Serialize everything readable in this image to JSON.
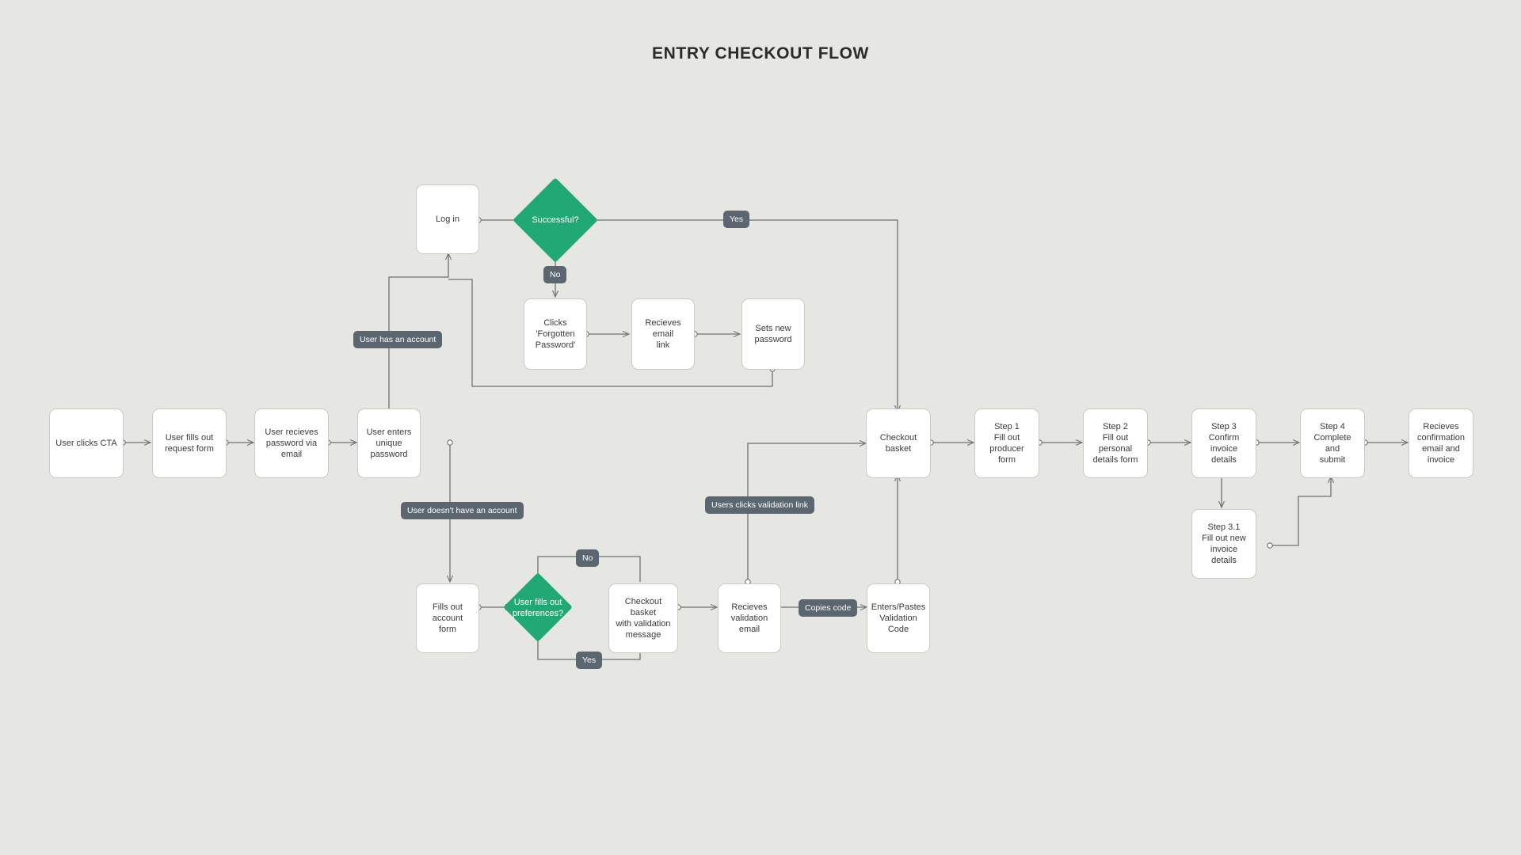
{
  "title": "ENTRY CHECKOUT FLOW",
  "colors": {
    "background": "#e6e7e2",
    "node_fill": "#ffffff",
    "node_border": "#c9cbc7",
    "decision_fill": "#22a874",
    "badge_fill": "#5c6670",
    "wire": "#6e7270",
    "text": "#3a3a3a",
    "title_text": "#2b2b2b"
  },
  "nodes": {
    "login": "Log in",
    "clicks_forgotten": "Clicks 'Forgotten Password'",
    "recieves_email_link": "Recieves email link",
    "sets_new_password": "Sets new password",
    "user_clicks_cta": "User clicks CTA",
    "user_fills_request": "User fills out request form",
    "user_recieves_password": "User recieves password via email",
    "user_enters_unique": "User enters unique password",
    "fills_account_form": "Fills out account form",
    "checkout_basket_validation": "Checkout basket with validation message",
    "recieves_validation_email": "Recieves validation email",
    "enters_pastes_code": "Enters/Pastes Validation Code",
    "checkout_basket": "Checkout basket",
    "step1": "Step 1 Fill out producer form",
    "step2": "Step 2 Fill out personal details form",
    "step3": "Step 3 Confirm invoice details",
    "step3_1": "Step 3.1 Fill out new invoice details",
    "step4": "Step 4 Complete and submit",
    "recieves_confirmation": "Recieves confirmation email and invoice"
  },
  "node_lines": {
    "login": [
      "Log in"
    ],
    "clicks_forgotten": [
      "Clicks 'Forgotten",
      "Password'"
    ],
    "recieves_email_link": [
      "Recieves email",
      "link"
    ],
    "sets_new_password": [
      "Sets new",
      "password"
    ],
    "user_clicks_cta": [
      "User clicks CTA"
    ],
    "user_fills_request": [
      "User fills out",
      "request form"
    ],
    "user_recieves_password": [
      "User recieves",
      "password via",
      "email"
    ],
    "user_enters_unique": [
      "User enters",
      "unique",
      "password"
    ],
    "fills_account_form": [
      "Fills out account",
      "form"
    ],
    "checkout_basket_validation": [
      "Checkout basket",
      "with validation",
      "message"
    ],
    "recieves_validation_email": [
      "Recieves",
      "validation email"
    ],
    "enters_pastes_code": [
      "Enters/Pastes",
      "Validation Code"
    ],
    "checkout_basket": [
      "Checkout basket"
    ],
    "step1": [
      "Step 1",
      "Fill out producer",
      "form"
    ],
    "step2": [
      "Step 2",
      "Fill out personal",
      "details form"
    ],
    "step3": [
      "Step 3",
      "Confirm invoice",
      "details"
    ],
    "step3_1": [
      "Step 3.1",
      "Fill out new",
      "invoice details"
    ],
    "step4": [
      "Step 4",
      "Complete and",
      "submit"
    ],
    "recieves_confirmation": [
      "Recieves",
      "confirmation",
      "email and",
      "invoice"
    ]
  },
  "decisions": {
    "successful": "Successful?",
    "preferences": "User fills out preferences?"
  },
  "decision_lines": {
    "successful": [
      "Successful?"
    ],
    "preferences": [
      "User fills out",
      "preferences?"
    ]
  },
  "badges": {
    "no_login": "No",
    "yes_login": "Yes",
    "user_has_account": "User has an account",
    "user_no_account": "User doesn't have an account",
    "pref_no": "No",
    "pref_yes": "Yes",
    "copies_code": "Copies code",
    "users_clicks_validation_link": "Users clicks validation link"
  }
}
